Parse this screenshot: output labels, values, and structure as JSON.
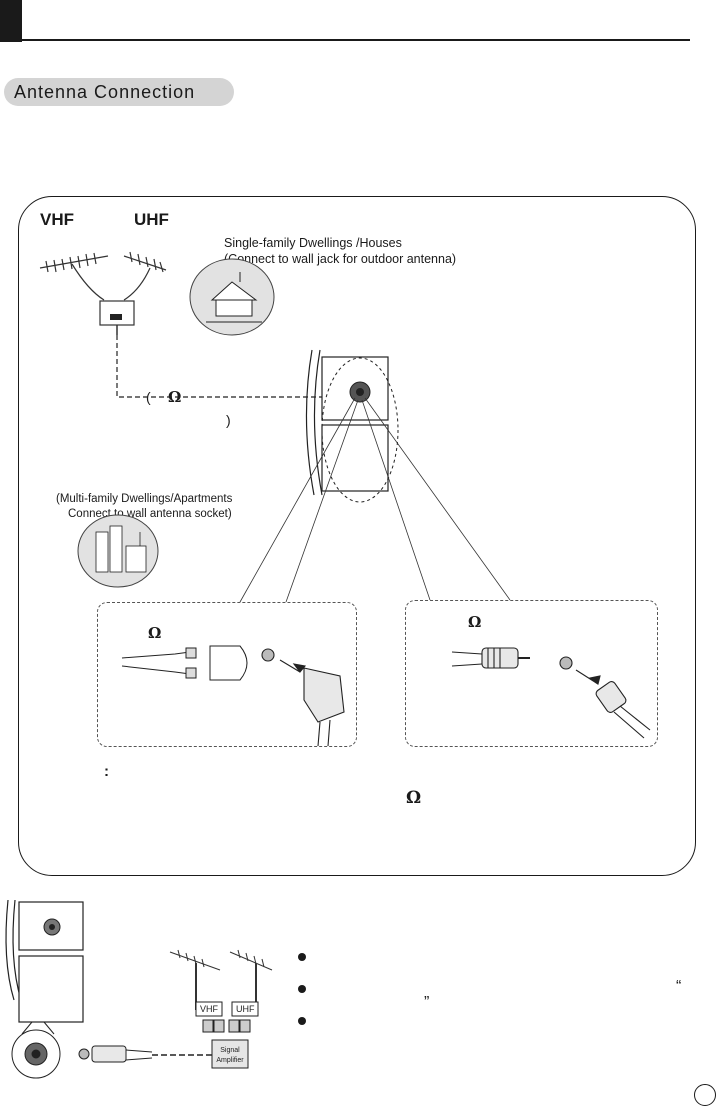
{
  "section": {
    "title": "Antenna Connection"
  },
  "diagram": {
    "vhf_label": "VHF",
    "uhf_label": "UHF",
    "houses_caption_line1": "Single-family Dwellings /Houses",
    "houses_caption_line2": "(Connect to wall jack for outdoor antenna)",
    "apartments_caption_line1": "(Multi-family Dwellings/Apartments",
    "apartments_caption_line2": "Connect to wall antenna socket)",
    "ohm_symbol": "Ω",
    "open_paren": "(",
    "close_paren": ")",
    "note_colon": ":"
  },
  "lower_diagram": {
    "vhf_label": "VHF",
    "uhf_label": "UHF",
    "amplifier_label_line1": "Signal",
    "amplifier_label_line2": "Amplifier",
    "open_quote": "“",
    "close_quote": "”"
  }
}
